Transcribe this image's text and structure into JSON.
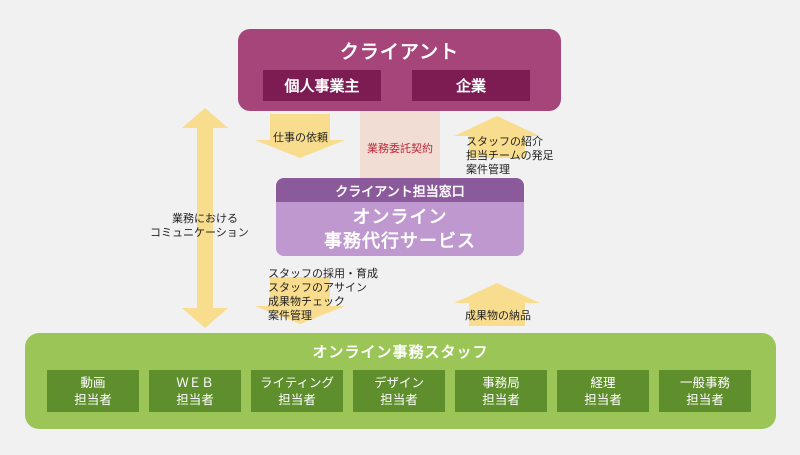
{
  "client": {
    "title": "クライアント",
    "types": [
      "個人事業主",
      "企業"
    ]
  },
  "contract": {
    "label": "業務委託契約"
  },
  "agency": {
    "header": "クライアント担当窓口",
    "service_lines": [
      "オンライン",
      "事務代行サービス"
    ]
  },
  "flows": {
    "request": "仕事の依頼",
    "introduction_lines": [
      "スタッフの紹介",
      "担当チームの発足",
      "案件管理"
    ],
    "communication_lines": [
      "業務における",
      "コミュニケーション"
    ],
    "management_lines": [
      "スタッフの採用・育成",
      "スタッフのアサイン",
      "成果物チェック",
      "案件管理"
    ],
    "delivery": "成果物の納品"
  },
  "staff": {
    "title": "オンライン事務スタッフ",
    "roles": [
      {
        "line1": "動画",
        "line2": "担当者"
      },
      {
        "line1": "ＷＥＢ",
        "line2": "担当者"
      },
      {
        "line1": "ライティング",
        "line2": "担当者"
      },
      {
        "line1": "デザイン",
        "line2": "担当者"
      },
      {
        "line1": "事務局",
        "line2": "担当者"
      },
      {
        "line1": "経理",
        "line2": "担当者"
      },
      {
        "line1": "一般事務",
        "line2": "担当者"
      }
    ]
  },
  "colors": {
    "client": "#a6457a",
    "client_chip": "#7c1c52",
    "agency_header": "#8b5a9a",
    "agency_body": "#be98cf",
    "staff": "#9bc657",
    "staff_chip": "#5f8f2c",
    "arrow": "#f9dd8e",
    "contract_strip": "#f1ddd3",
    "contract_text": "#c0263a"
  }
}
